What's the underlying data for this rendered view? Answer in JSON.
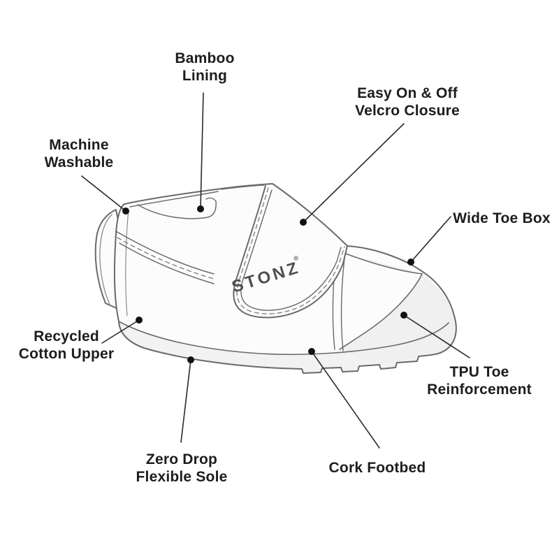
{
  "title": "Baby shoe feature diagram",
  "brand": {
    "logo_text": "STONZ",
    "logo_mark": "®"
  },
  "colors": {
    "background": "#ffffff",
    "line_art_stroke": "#6a6a6a",
    "stitch_stroke": "#7a7a7a",
    "callout_line": "#2a2a2a",
    "callout_dot": "#111111",
    "label_text": "#1d1d1d",
    "body_fill": "#fcfcfc",
    "shade_fill": "#f2f2f2",
    "logo_color": "#4f4f4f"
  },
  "callouts": [
    {
      "name": "bamboo-lining",
      "lines": [
        "Bamboo",
        "Lining"
      ]
    },
    {
      "name": "easy-on-off-velcro-closure",
      "lines": [
        "Easy On & Off",
        "Velcro Closure"
      ]
    },
    {
      "name": "machine-washable",
      "lines": [
        "Machine",
        "Washable"
      ]
    },
    {
      "name": "wide-toe-box",
      "lines": [
        "Wide Toe Box"
      ]
    },
    {
      "name": "recycled-cotton-upper",
      "lines": [
        "Recycled",
        "Cotton Upper"
      ]
    },
    {
      "name": "tpu-toe-reinforcement",
      "lines": [
        "TPU Toe",
        "Reinforcement"
      ]
    },
    {
      "name": "zero-drop-flexible-sole",
      "lines": [
        "Zero Drop",
        "Flexible Sole"
      ]
    },
    {
      "name": "cork-footbed",
      "lines": [
        "Cork Footbed"
      ]
    }
  ]
}
